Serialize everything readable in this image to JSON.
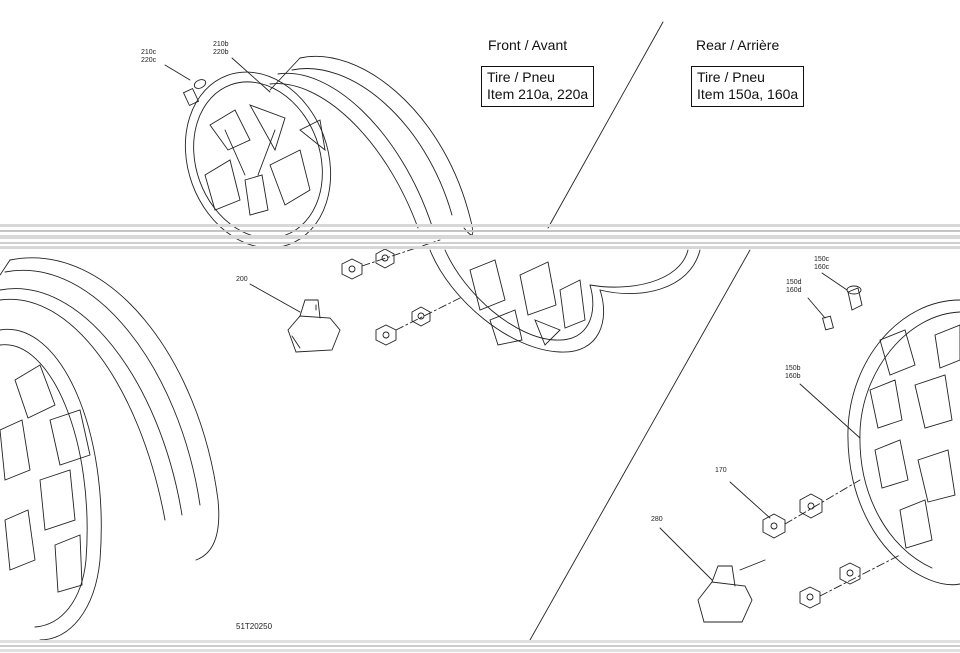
{
  "front": {
    "heading": "Front / Avant",
    "note_line1": "Tire / Pneu",
    "note_line2": "Item 210a, 220a"
  },
  "rear": {
    "heading": "Rear / Arrière",
    "note_line1": "Tire / Pneu",
    "note_line2": "Item 150a, 160a"
  },
  "callouts": {
    "c210c": [
      "210c",
      "220c"
    ],
    "c210b": [
      "210b",
      "220b"
    ],
    "c200": [
      "200"
    ],
    "c150c": [
      "150c",
      "160c"
    ],
    "c150d": [
      "150d",
      "160d"
    ],
    "c150b": [
      "150b",
      "160b"
    ],
    "c170": [
      "170"
    ],
    "c280": [
      "280"
    ]
  },
  "drawing_code": "51T20250"
}
